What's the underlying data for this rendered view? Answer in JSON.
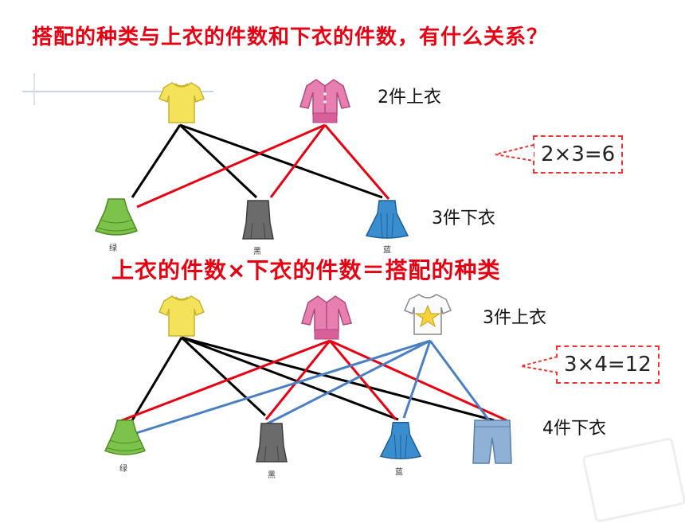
{
  "title": "搭配的种类与上衣的件数和下衣的件数，有什么关系？",
  "formula": "上衣的件数×下衣的件数＝搭配的种类",
  "example1": {
    "tops_count_label": "2件上衣",
    "bottoms_count_label": "3件下衣",
    "calc": "2×3=6",
    "bottom_captions": [
      "绿",
      "黑",
      "蓝"
    ]
  },
  "example2": {
    "tops_count_label": "3件上衣",
    "bottoms_count_label": "4件下衣",
    "calc": "3×4=12",
    "bottom_captions": [
      "绿",
      "黑",
      "蓝"
    ]
  },
  "colors": {
    "title_red": "#e60012",
    "line_black": "#000000",
    "line_red": "#e60012",
    "line_blue": "#4a7fc1",
    "yellow_shirt": "#f3e25a",
    "pink_blouse": "#e77fb0",
    "green_skirt": "#7dc24a",
    "gray_skirt": "#6b6b6b",
    "blue_skirt": "#3a8ed0",
    "jeans": "#8fb1d6"
  }
}
